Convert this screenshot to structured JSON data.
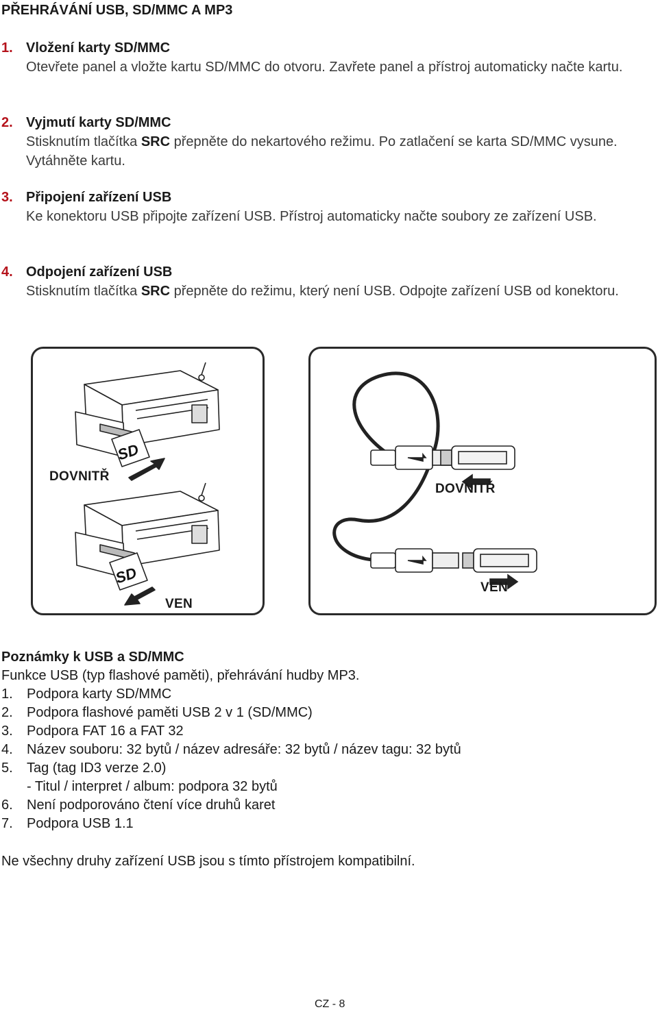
{
  "page_title": "PŘEHRÁVÁNÍ USB, SD/MMC A MP3",
  "steps": [
    {
      "num": "1.",
      "heading": "Vložení karty SD/MMC",
      "text": "Otevřete panel a vložte kartu SD/MMC do otvoru. Zavřete panel a přístroj automaticky načte kartu."
    },
    {
      "num": "2.",
      "heading": "Vyjmutí karty SD/MMC",
      "text_before": "Stisknutím tlačítka ",
      "bold": "SRC",
      "text_after": " přepněte do nekartového režimu. Po zatlačení se karta SD/MMC vysune. Vytáhněte kartu."
    },
    {
      "num": "3.",
      "heading": "Připojení zařízení USB",
      "text": "Ke konektoru USB připojte zařízení USB. Přístroj automaticky načte soubory ze zařízení USB."
    },
    {
      "num": "4.",
      "heading": "Odpojení zařízení USB",
      "text_before": "Stisknutím tlačítka ",
      "bold": "SRC",
      "text_after": " přepněte do režimu, který není USB. Odpojte zařízení USB od konektoru."
    }
  ],
  "figure": {
    "left_in_label": "DOVNITŘ",
    "left_out_label": "VEN",
    "right_in_label": "DOVNITŘ",
    "right_out_label": "VEN",
    "card_logo": "SD"
  },
  "notes": {
    "title": "Poznámky k USB a SD/MMC",
    "intro": "Funkce USB (typ flashové paměti), přehrávání hudby MP3.",
    "items": [
      {
        "num": "1.",
        "text": "Podpora karty SD/MMC"
      },
      {
        "num": "2.",
        "text": "Podpora flashové paměti USB 2 v 1 (SD/MMC)"
      },
      {
        "num": "3.",
        "text": "Podpora FAT 16 a FAT 32"
      },
      {
        "num": "4.",
        "text": "Název souboru: 32 bytů / název adresáře: 32 bytů / název tagu: 32 bytů"
      },
      {
        "num": "5.",
        "text": "Tag (tag ID3 verze 2.0)"
      },
      {
        "num": "6.",
        "text": "Není podporováno čtení více druhů karet"
      },
      {
        "num": "7.",
        "text": "Podpora USB 1.1"
      }
    ],
    "sub_item": "- Titul / interpret / album: podpora 32 bytů"
  },
  "footer_note": "Ne všechny druhy zařízení USB jsou s tímto přístrojem kompatibilní.",
  "page_number": "CZ - 8",
  "colors": {
    "step_number": "#b5121b",
    "text": "#1a1a1a",
    "body_text": "#3a3a3a"
  }
}
